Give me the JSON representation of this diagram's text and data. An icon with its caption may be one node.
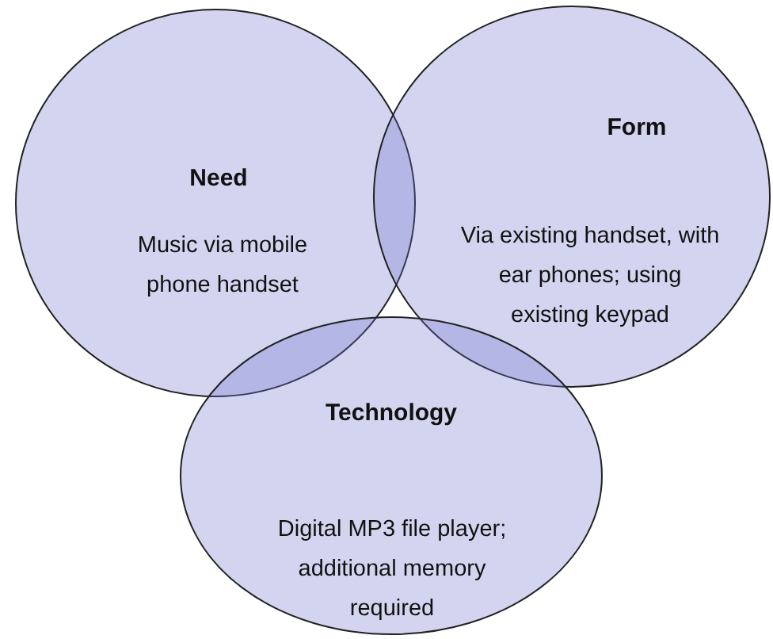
{
  "diagram": {
    "nodes": [
      {
        "text": [
          "Need",
          "Music via mobile phone handset"
        ]
      },
      {
        "text": [
          "Form",
          "Via existing handset, with ear phones; using existing keypad"
        ]
      },
      {
        "text": [
          "Technology",
          "Digital MP3 file player; additional memory required"
        ]
      }
    ]
  }
}
